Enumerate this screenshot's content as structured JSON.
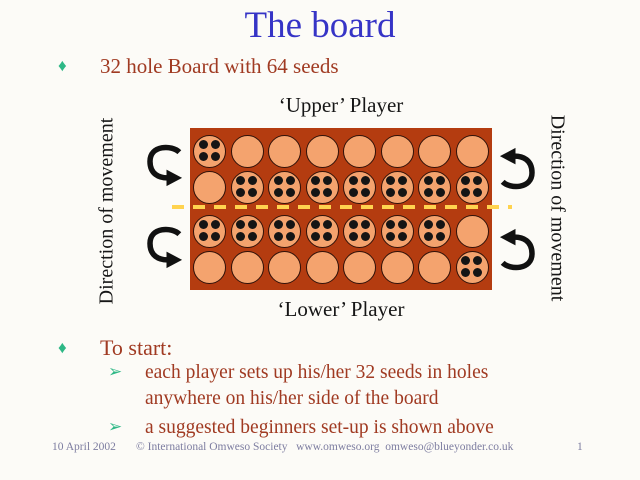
{
  "title": "The board",
  "icons": {
    "diamond_bullet": "♦",
    "sub_bullet_arrow": "➢"
  },
  "bullets": {
    "item1": "32 hole Board with 64 seeds",
    "item2": "To start:"
  },
  "start": {
    "sub1": {
      "lines": [
        "each player sets up his/her 32 seeds in holes",
        "anywhere on his/her side of the board"
      ]
    },
    "sub2": "a suggested beginners set-up is shown above"
  },
  "board": {
    "upper_label": "‘Upper’ Player",
    "lower_label": "‘Lower’ Player",
    "direction_left": "Direction of movement",
    "direction_right": "Direction of movement",
    "rows": 4,
    "cols": 8,
    "seed_rows": [
      [
        4,
        0,
        0,
        0,
        0,
        0,
        0,
        0
      ],
      [
        0,
        4,
        4,
        4,
        4,
        4,
        4,
        4
      ],
      [
        4,
        4,
        4,
        4,
        4,
        4,
        4,
        0
      ],
      [
        0,
        0,
        0,
        0,
        0,
        0,
        0,
        4
      ]
    ],
    "colors": {
      "board": "#b43c10",
      "hole": "#f4a36e",
      "seed": "#151515",
      "divider": "#ffd34f"
    }
  },
  "colors": {
    "title": "#3634c6",
    "body_text": "#a03a22",
    "bullet_accent": "#2eb886",
    "footer_text": "#7d7da0",
    "background": "#fcfbf7"
  },
  "footer": {
    "date": "10 April 2002",
    "copyright": "© International Omweso Society   www.omweso.org  omweso@blueyonder.co.uk",
    "page_number": "1"
  }
}
